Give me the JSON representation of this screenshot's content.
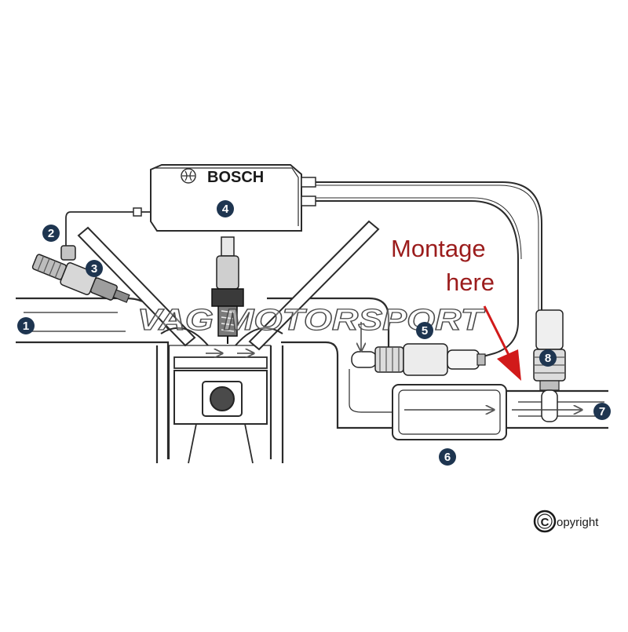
{
  "ecu": {
    "brand": "BOSCH",
    "number": "4"
  },
  "callouts": [
    "1",
    "2",
    "3",
    "5",
    "6",
    "7",
    "8"
  ],
  "annotation": {
    "line1": "Montage",
    "line2": "here"
  },
  "watermark": "VAG MOTORSPORT",
  "copyright": {
    "symbol": "C",
    "text": "opyright"
  },
  "colors": {
    "line": "#2b2b2b",
    "badge": "#1e3550",
    "annotation": "#9b1c1c",
    "arrow": "#d11a1a",
    "component_fill": "#f4f4f4"
  }
}
